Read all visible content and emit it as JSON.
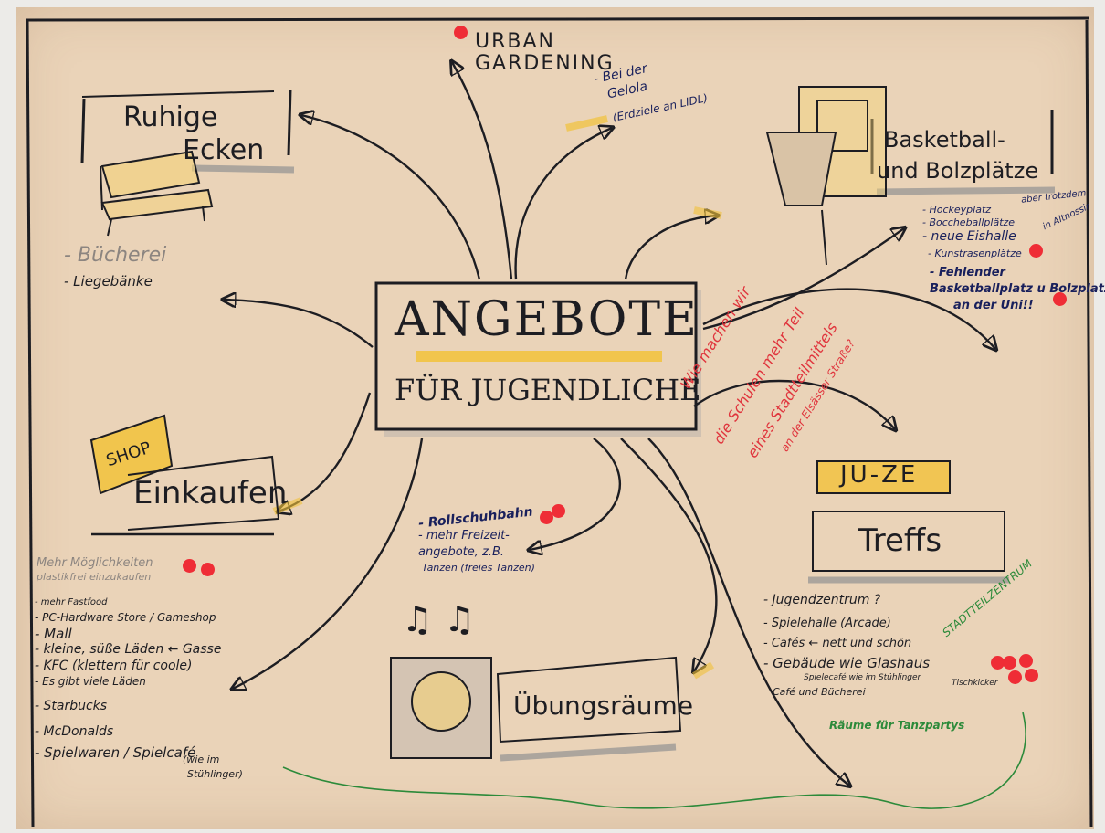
{
  "center": {
    "title": "ANGEBOTE",
    "subtitle": "FÜR JUGENDLICHE"
  },
  "urban": {
    "title_line1": "URBAN",
    "title_line2": "GARDENING",
    "note_line1": "- Bei der",
    "note_line2": "Gelola",
    "note_line3": "(Erdziele an LIDL)"
  },
  "ruhige": {
    "title_line1": "Ruhige",
    "title_line2": "Ecken",
    "items": [
      "- Bücherei",
      "- Liegebänke"
    ]
  },
  "basketball": {
    "title_line1": "Basketball-",
    "title_line2": "und Bolzplätze",
    "items": [
      "- Hockeyplatz",
      "- Boccheballplätze",
      "- neue Eishalle",
      "- Kunstrasenplätze",
      "- Fehlender",
      "Basketballplatz u Bolzplatz",
      "an der Uni!!"
    ],
    "side_notes": [
      "aber trotzdem",
      "in Altnossir"
    ]
  },
  "einkaufen": {
    "shop_label": "SHOP",
    "title": "Einkaufen",
    "items": [
      "Mehr Möglichkeiten",
      "plastikfrei einzukaufen",
      "- mehr Fastfood",
      "- PC-Hardware Store / Gameshop",
      "- Mall",
      "- kleine, süße Läden ← Gasse",
      "- KFC (klettern für coole)",
      "- Es gibt viele Läden",
      "- Starbucks",
      "- McDonalds",
      "- Spielwaren / Spielcafé",
      "(wie im",
      "Stühlinger)"
    ]
  },
  "rollschuh": {
    "line1": "- Rollschuhbahn",
    "line2": "- mehr Freizeit-",
    "line3": "angebote, z.B.",
    "line4": "Tanzen (freies Tanzen)"
  },
  "uebung": {
    "title": "Übungsräume"
  },
  "juze": {
    "banner": "JU-ZE",
    "title": "Treffs",
    "items": [
      "- Jugendzentrum ?",
      "- Spielehalle (Arcade)",
      "- Cafés ← nett und schön",
      "- Gebäude wie Glashaus",
      "Spielecafé wie im Stühlinger",
      "Café und Bücherei",
      "Tischkicker"
    ],
    "green_notes": [
      "STADTTEILZENTRUM",
      "Räume für Tanzpartys"
    ]
  },
  "red_note": {
    "line1": "Wie machen wir",
    "line2": "die Schulen mehr Teil",
    "line3": "eines Stadtteilmittels",
    "line4": "an der Elsässer Straße?"
  },
  "colors": {
    "paper": "#ead3b8",
    "ink": "#1d1d22",
    "highlight": "#f2c23a",
    "dot": "#ef2d36",
    "red_ink": "#e0353d",
    "green_ink": "#2c8a3a",
    "blue_ink": "#19205c"
  }
}
